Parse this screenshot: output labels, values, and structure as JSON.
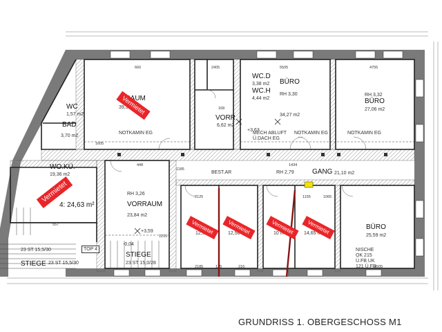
{
  "title": "GRUNDRISS 1. OBERGESCHOSS M1",
  "stamp_text": "Vermietet",
  "rooms": {
    "raum_name": "S        RAUM",
    "raum_area": "39,36 m2",
    "wc_name": "WC",
    "wc_area": "1,57 m2",
    "bad_name": "BAD",
    "bad_area": "3,70 m2",
    "vorr_name": "VORR",
    "vorr_area": "6,62 m2",
    "wcd_name": "WC.D",
    "wcd_area": "3,38 m2",
    "wch_name": "WC.H",
    "wch_area": "4,44 m2",
    "buero1_name": "BÜRO",
    "buero1_rh": "RH 3,30",
    "buero1_area": "34,27 m2",
    "buero2_name": "BÜRO",
    "buero2_rh": "RH 3,32",
    "buero2_area": "27,06 m2",
    "wokue_name": "WO.KÜ.",
    "wokue_area": "19,36 m2",
    "top4": "4: 24,63 m²",
    "vorraum_name": "VORRAUM",
    "vorraum_rh": "RH 3,26",
    "vorraum_area": "23,84 m2",
    "gang_name": "GANG",
    "gang_rh": "RH 2,79",
    "gang_area": "21,10 m2",
    "small1_area": "12,5",
    "small2_area": "12,58 m2",
    "small3_area": "10 m",
    "small4_area": "14,65 m2",
    "buero3_name": "BÜRO",
    "buero3_area": "25,59 m2",
    "nische": "NISCHE",
    "nische_ok": "OK     215",
    "nische_ufb": "Ü.FB     UK",
    "nische_uk": "121 Ü.FB",
    "stiege_name": "STIEGE",
    "stiege_meta": "23 ST 15,0/28",
    "stiege2_name": "STIEGE",
    "stiege2_meta": "23 ST 15,5/30",
    "stiege2_meta_b": "23 ST 15,5/30",
    "top_label": "TOP 4",
    "notkamin1": "NOTKAMIN EG",
    "notkamin2": "NOTKAMIN EG",
    "notkamin3": "NOTKAMIN EG",
    "mech1": "MECH ABLUFT",
    "mech2": "Ü.DACH EG",
    "bestar": "BEST.AR",
    "level1": "+3,59",
    "level2": "-0,04",
    "level3": "+3,63"
  },
  "dims": {
    "d660": "660",
    "d2405": "2405",
    "d5505": "5505",
    "d4755": "4755",
    "d1434": "1434",
    "d448": "448",
    "d4505": "4505",
    "d2125": "2125",
    "d1155": "1155",
    "d1065": "1065",
    "d2185": "2185",
    "d125": "125",
    "d216": "216",
    "d1605": "1605",
    "d1185": "1185",
    "d557": "557",
    "d1215": "1215",
    "d168": "168"
  }
}
